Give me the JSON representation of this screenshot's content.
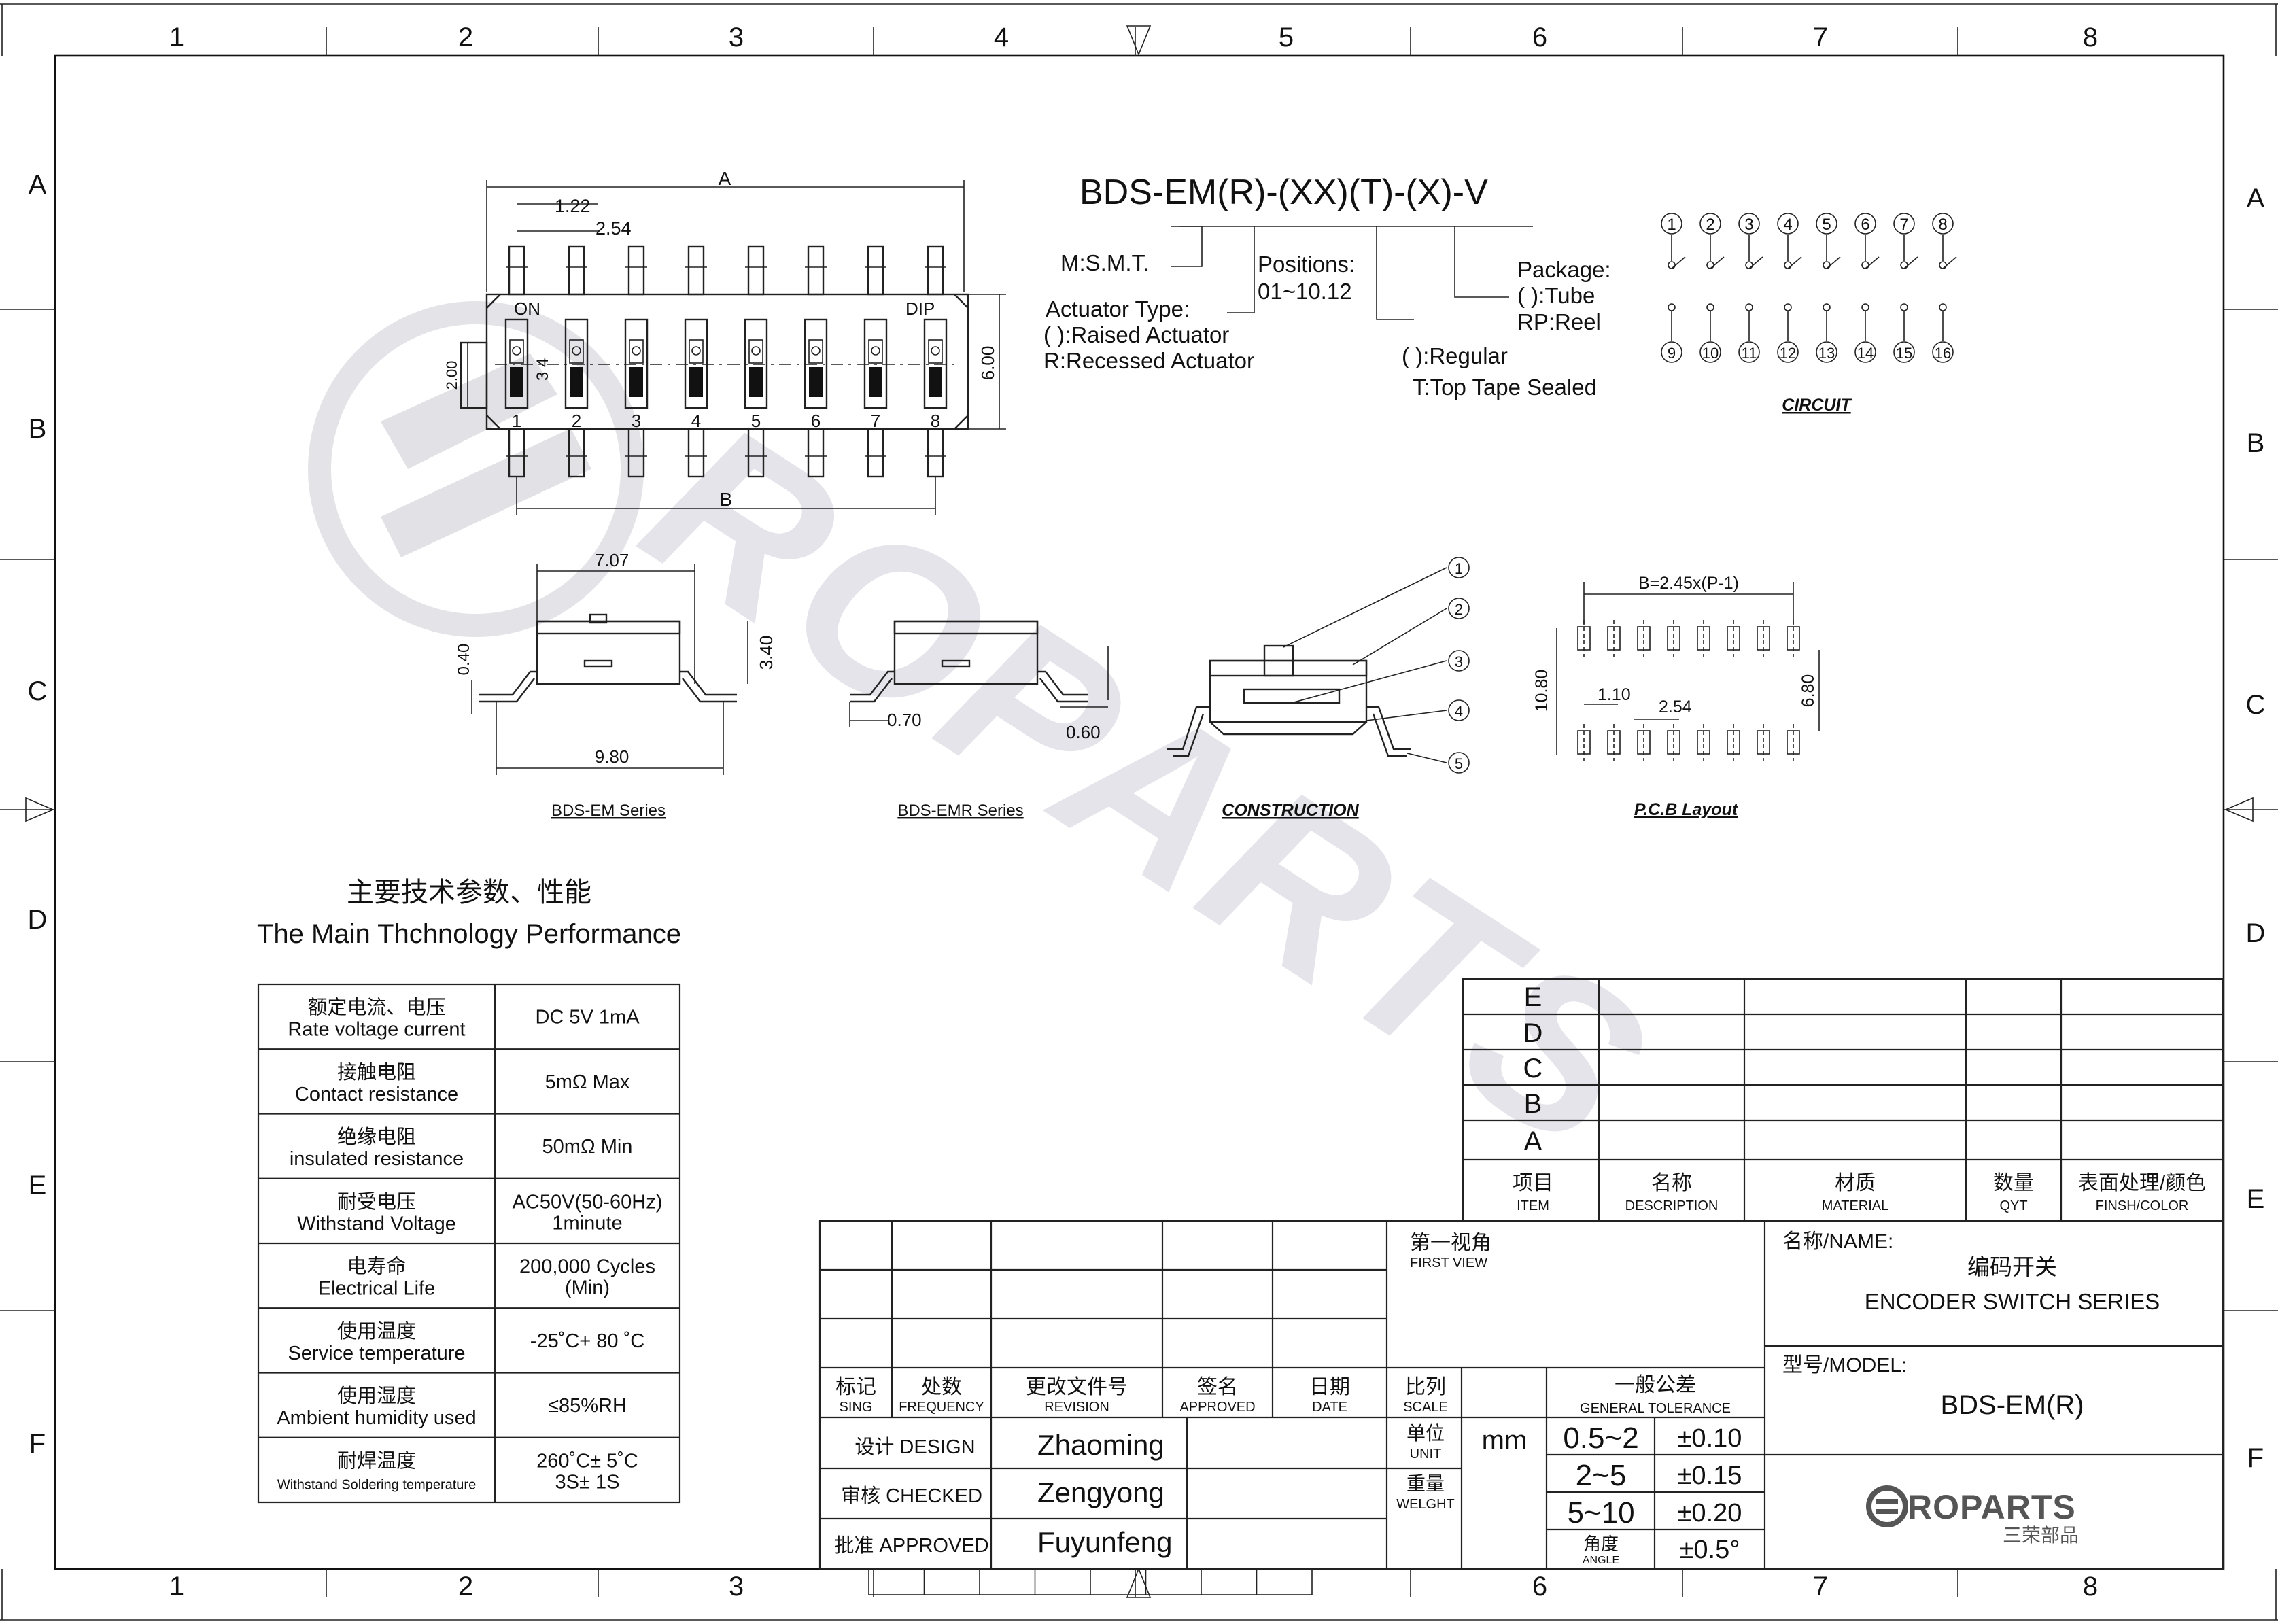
{
  "border": {
    "columns": [
      "1",
      "2",
      "3",
      "4",
      "5",
      "6",
      "7",
      "8"
    ],
    "rows": [
      "A",
      "B",
      "C",
      "D",
      "E",
      "F"
    ]
  },
  "top_view": {
    "dim_a": "A",
    "dim_b": "B",
    "dim_pitch_half": "1.22",
    "dim_pitch": "2.54",
    "dim_height": "6.00",
    "dim_actuator": "2.00",
    "label_on": "ON",
    "label_dip": "DIP",
    "side_numbers": "3 4",
    "positions": [
      "1",
      "2",
      "3",
      "4",
      "5",
      "6",
      "7",
      "8"
    ]
  },
  "part_code": {
    "title": "BDS-EM(R)-(XX)(T)-(X)-V",
    "mst": "M:S.M.T.",
    "positions_label": "Positions:",
    "positions_range": "01~10.12",
    "actuator_type": "Actuator Type:",
    "raised": "( ):Raised Actuator",
    "recessed": "R:Recessed Actuator",
    "regular": "( ):Regular",
    "top_tape": "T:Top Tape Sealed",
    "package": "Package:",
    "tube": "( ):Tube",
    "reel": "RP:Reel"
  },
  "circuit": {
    "title": "CIRCUIT",
    "top_pins": [
      "1",
      "2",
      "3",
      "4",
      "5",
      "6",
      "7",
      "8"
    ],
    "bottom_pins": [
      "9",
      "10",
      "11",
      "12",
      "13",
      "14",
      "15",
      "16"
    ]
  },
  "side_em": {
    "caption": "BDS-EM Series",
    "dim_width": "7.07",
    "dim_total": "9.80",
    "dim_height": "3.40",
    "dim_lead": "0.40"
  },
  "side_emr": {
    "caption": "BDS-EMR Series",
    "dim_a": "0.70",
    "dim_b": "0.60"
  },
  "construction": {
    "caption": "CONSTRUCTION",
    "parts": [
      "1",
      "2",
      "3",
      "4",
      "5"
    ]
  },
  "pcb": {
    "caption": "P.C.B Layout",
    "formula": "B=2.45x(P-1)",
    "dim_height": "10.80",
    "dim_inner": "6.80",
    "dim_pad": "1.10",
    "dim_pitch": "2.54"
  },
  "performance": {
    "title_cn": "主要技术参数、性能",
    "title_en": "The Main Thchnology Performance",
    "rows": [
      {
        "cn": "额定电流、电压",
        "en": "Rate voltage current",
        "v1": "DC 5V 1mA",
        "v2": ""
      },
      {
        "cn": "接触电阻",
        "en": "Contact resistance",
        "v1": "5mΩ   Max",
        "v2": ""
      },
      {
        "cn": "绝缘电阻",
        "en": "insulated resistance",
        "v1": "50mΩ Min",
        "v2": ""
      },
      {
        "cn": "耐受电压",
        "en": "Withstand Voltage",
        "v1": "AC50V(50-60Hz)",
        "v2": "1minute"
      },
      {
        "cn": "电寿命",
        "en": "Electrical Life",
        "v1": "200,000 Cycles",
        "v2": "(Min)"
      },
      {
        "cn": "使用温度",
        "en": "Service temperature",
        "v1": "-25˚C+ 80 ˚C",
        "v2": ""
      },
      {
        "cn": "使用湿度",
        "en": "Ambient humidity used",
        "v1": "≤85%RH",
        "v2": ""
      },
      {
        "cn": "耐焊温度",
        "en": "Withstand Soldering temperature",
        "v1": "260˚C± 5˚C",
        "v2": "3S± 1S"
      }
    ]
  },
  "revision_table": {
    "rows": [
      "E",
      "D",
      "C",
      "B",
      "A"
    ],
    "headers": [
      {
        "cn": "项目",
        "en": "ITEM"
      },
      {
        "cn": "名称",
        "en": "DESCRIPTION"
      },
      {
        "cn": "材质",
        "en": "MATERIAL"
      },
      {
        "cn": "数量",
        "en": "QYT"
      },
      {
        "cn": "表面处理/颜色",
        "en": "FINSH/COLOR"
      }
    ]
  },
  "title_block": {
    "headers": [
      {
        "cn": "标记",
        "en": "SING"
      },
      {
        "cn": "处数",
        "en": "FREQUENCY"
      },
      {
        "cn": "更改文件号",
        "en": "REVISION"
      },
      {
        "cn": "签名",
        "en": "APPROVED"
      },
      {
        "cn": "日期",
        "en": "DATE"
      }
    ],
    "first_view_cn": "第一视角",
    "first_view_en": "FIRST VIEW",
    "scale_cn": "比列",
    "scale_en": "SCALE",
    "tolerance_cn": "一般公差",
    "tolerance_en": "GENERAL TOLERANCE",
    "unit_cn": "单位",
    "unit_en": "UNIT",
    "unit_value": "mm",
    "weight_cn": "重量",
    "weight_en": "WELGHT",
    "angle_cn": "角度",
    "angle_en": "ANGLE",
    "tolerances": [
      {
        "range": "0.5~2",
        "value": "±0.10"
      },
      {
        "range": "2~5",
        "value": "±0.15"
      },
      {
        "range": "5~10",
        "value": "±0.20"
      },
      {
        "range": "",
        "value": "±0.5°"
      }
    ],
    "design_label": "设计 DESIGN",
    "design_name": "Zhaoming",
    "checked_label": "审核 CHECKED",
    "checked_name": "Zengyong",
    "approved_label": "批准 APPROVED",
    "approved_name": "Fuyunfeng",
    "name_label": "名称/NAME:",
    "name_cn": "编码开关",
    "name_en": "ENCODER SWITCH SERIES",
    "model_label": "型号/MODEL:",
    "model_value": "BDS-EM(R)",
    "logo_text": "ROPARTS",
    "logo_cn": "三荣部品"
  },
  "watermark": "ROPARTS"
}
